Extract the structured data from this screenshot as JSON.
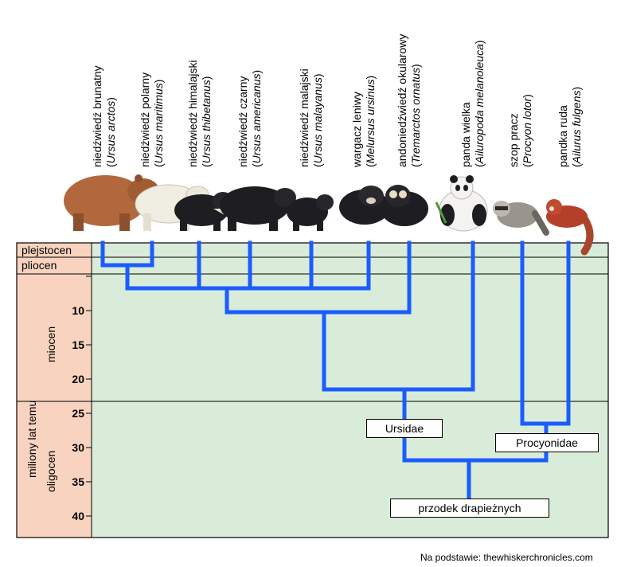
{
  "taxa": [
    {
      "common": "niedźwiedź brunatny",
      "scientific": "Ursus arctos"
    },
    {
      "common": "niedźwiedź polarny",
      "scientific": "Ursus maritimus"
    },
    {
      "common": "niedźwiedź himalajski",
      "scientific": "Ursus thibetanus"
    },
    {
      "common": "niedźwiedź czarny",
      "scientific": "Ursus americanus"
    },
    {
      "common": "niedźwiedź malajski",
      "scientific": "Ursus malayanus"
    },
    {
      "common": "wargacz leniwy",
      "scientific": "Melursus ursinus"
    },
    {
      "common": "andoniedźwiedź okularowy",
      "scientific": "Tremarctos ornatus"
    },
    {
      "common": "panda wielka",
      "scientific": "Ailuropoda melanoleuca"
    },
    {
      "common": "szop pracz",
      "scientific": "Procyon lotor"
    },
    {
      "common": "pandka ruda",
      "scientific": "Ailurus fulgens"
    }
  ],
  "axis": {
    "label": "miliony lat temu",
    "ticks": [
      "10",
      "15",
      "20",
      "25",
      "30",
      "35",
      "40"
    ]
  },
  "epochs": {
    "pleistocene": "plejstocen",
    "pliocene": "pliocen",
    "miocene": "miocen",
    "oligocene": "oligocen"
  },
  "clade_labels": {
    "ursidae": "Ursidae",
    "procyonidae": "Procyonidae",
    "ancestor": "przodek drapieżnych"
  },
  "credit": "Na podstawie: thewhiskerchronicles.com",
  "colors": {
    "panel": "#d9ecd9",
    "timescale": "#f8d3bf",
    "branch": "#1a5cff",
    "brown_bear": "#b0683c",
    "polar_bear": "#f0ede2",
    "black_bear": "#1e1e22"
  }
}
